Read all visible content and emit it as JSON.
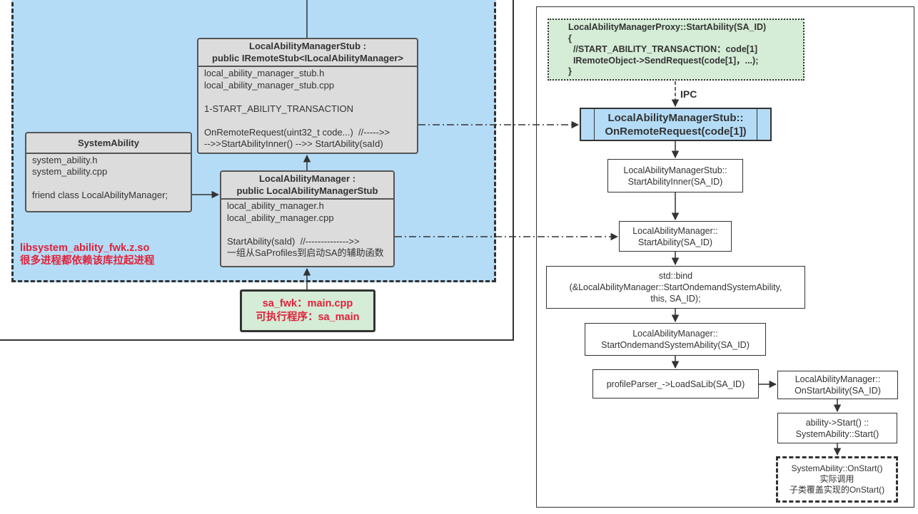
{
  "left_panel": {
    "library_name": "libsystem_ability_fwk.z.so",
    "library_note": "很多进程都依赖该库拉起进程"
  },
  "stub_card": {
    "header": [
      "LocalAbilityManagerStub :",
      "public IRemoteStub<ILocalAbilityManager>"
    ],
    "lines": [
      "local_ability_manager_stub.h",
      "local_ability_manager_stub.cpp",
      "",
      "1-START_ABILITY_TRANSACTION",
      "",
      "OnRemoteRequest(uint32_t code...)  //----->>",
      "-->>StartAbilityInner() -->> StartAbility(saId)"
    ]
  },
  "system_ability_card": {
    "header": [
      "SystemAbility"
    ],
    "lines": [
      "system_ability.h",
      "system_ability.cpp",
      "",
      "friend class LocalAbilityManager;"
    ]
  },
  "lam_card": {
    "header": [
      "LocalAbilityManager :",
      "public LocalAbilityManagerStub"
    ],
    "lines": [
      "local_ability_manager.h",
      "local_ability_manager.cpp",
      "",
      "StartAbility(saId)  //-------------->>",
      "一组从SaProfiles到启动SA的辅助函数"
    ]
  },
  "main_box": {
    "line1": "sa_fwk：main.cpp",
    "line2": "可执行程序：sa_main"
  },
  "proxy_box": {
    "title": "LocalAbilityManagerProxy::StartAbility(SA_ID)",
    "open_brace": "{",
    "line1": "  //START_ABILITY_TRANSACTION：code[1]",
    "line2": "  IRemoteObject->SendRequest(code[1]，...);",
    "close_brace": "}"
  },
  "ipc_label": "IPC",
  "flow": {
    "on_remote_request": [
      "LocalAbilityManagerStub::",
      "OnRemoteRequest(code[1])"
    ],
    "start_ability_inner": [
      "LocalAbilityManagerStub::",
      "StartAbilityInner(SA_ID)"
    ],
    "start_ability": [
      "LocalAbilityManager::",
      "StartAbility(SA_ID)"
    ],
    "std_bind": [
      "std::bind",
      "(&LocalAbilityManager::StartOndemandSystemAbility,",
      "this, SA_ID);"
    ],
    "start_ondemand": [
      "LocalAbilityManager::",
      "StartOndemandSystemAbility(SA_ID)"
    ],
    "load_sa_lib": [
      "profileParser_->LoadSaLib(SA_ID)"
    ],
    "on_start_ability": [
      "LocalAbilityManager::",
      "OnStartAbility(SA_ID)"
    ],
    "ability_start": [
      "ability->Start() ::",
      "SystemAbility::Start()"
    ],
    "on_start": [
      "SystemAbility::OnStart()",
      "实际调用",
      "子类覆盖实现的OnStart()"
    ]
  },
  "colors": {
    "lib_region_fill": "#b4dcf7",
    "card_fill": "#dcdcdc",
    "green_fill": "#d5ecd6",
    "blue_node_fill": "#b4dcf7",
    "highlight_red": "#e0213a"
  }
}
